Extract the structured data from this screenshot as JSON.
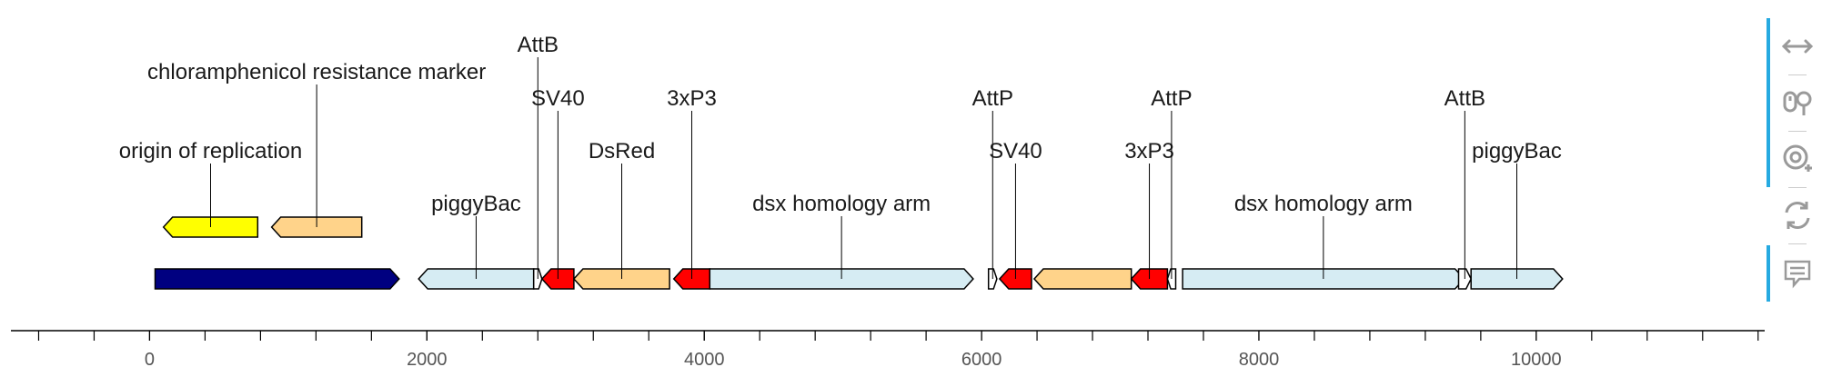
{
  "map": {
    "axis": {
      "min": -1000,
      "max": 11700,
      "major_ticks": [
        0,
        2000,
        4000,
        6000,
        8000,
        10000
      ],
      "minor_step": 400,
      "tick_labels": [
        "0",
        "2000",
        "4000",
        "6000",
        "8000",
        "10000"
      ]
    },
    "features": [
      {
        "id": "ori",
        "label": "origin of replication",
        "start": 100,
        "end": 780,
        "strand": -1,
        "row": 1,
        "color": "#ffff00",
        "label_level": 3
      },
      {
        "id": "cmr",
        "label": "chloramphenicol resistance marker",
        "start": 880,
        "end": 1530,
        "strand": -1,
        "row": 1,
        "color": "#ffd38a",
        "label_level": 5
      },
      {
        "id": "backbone",
        "label": "",
        "start": 40,
        "end": 1800,
        "strand": 1,
        "row": 0,
        "color": "#000080",
        "label_level": 0
      },
      {
        "id": "pb1",
        "label": "piggyBac",
        "start": 1940,
        "end": 2770,
        "strand": -1,
        "row": 0,
        "color": "#d6ecf3",
        "label_level": 1
      },
      {
        "id": "attb1",
        "label": "AttB",
        "start": 2770,
        "end": 2830,
        "strand": 1,
        "row": 0,
        "color": "#ffffff",
        "label_level": 6
      },
      {
        "id": "sv40a",
        "label": "SV40",
        "start": 2830,
        "end": 3060,
        "strand": -1,
        "row": 0,
        "color": "#ff0000",
        "label_level": 4
      },
      {
        "id": "dsred",
        "label": "DsRed",
        "start": 3060,
        "end": 3750,
        "strand": -1,
        "row": 0,
        "color": "#ffd38a",
        "label_level": 2
      },
      {
        "id": "p3a",
        "label": "3xP3",
        "start": 3780,
        "end": 4040,
        "strand": -1,
        "row": 0,
        "color": "#ff0000",
        "label_level": 4
      },
      {
        "id": "dsx1",
        "label": "dsx homology arm",
        "start": 4040,
        "end": 5940,
        "strand": 1,
        "row": 0,
        "color": "#d6ecf3",
        "label_level": 1
      },
      {
        "id": "attp1",
        "label": "AttP",
        "start": 6050,
        "end": 6110,
        "strand": 1,
        "row": 0,
        "color": "#ffffff",
        "label_level": 4
      },
      {
        "id": "sv40b",
        "label": "SV40",
        "start": 6130,
        "end": 6360,
        "strand": -1,
        "row": 0,
        "color": "#ff0000",
        "label_level": 2
      },
      {
        "id": "cds2",
        "label": "",
        "start": 6380,
        "end": 7080,
        "strand": -1,
        "row": 0,
        "color": "#ffd38a",
        "label_level": 0
      },
      {
        "id": "p3b",
        "label": "3xP3",
        "start": 7080,
        "end": 7340,
        "strand": -1,
        "row": 0,
        "color": "#ff0000",
        "label_level": 2
      },
      {
        "id": "attp2",
        "label": "AttP",
        "start": 7340,
        "end": 7400,
        "strand": -1,
        "row": 0,
        "color": "#ffffff",
        "label_level": 4
      },
      {
        "id": "dsx2",
        "label": "dsx homology arm",
        "start": 7450,
        "end": 9480,
        "strand": 1,
        "row": 0,
        "color": "#d6ecf3",
        "label_level": 1
      },
      {
        "id": "attb2",
        "label": "AttB",
        "start": 9440,
        "end": 9530,
        "strand": 1,
        "row": 0,
        "color": "#ffffff",
        "label_level": 4
      },
      {
        "id": "pb2",
        "label": "piggyBac",
        "start": 9530,
        "end": 10190,
        "strand": 1,
        "row": 0,
        "color": "#d6ecf3",
        "label_level": 2
      }
    ]
  },
  "toolbar": {
    "items": [
      {
        "icon": "pan-icon"
      },
      {
        "icon": "wheel-zoom-icon"
      },
      {
        "icon": "zoom-in-icon"
      },
      {
        "icon": "reset-icon"
      },
      {
        "icon": "hover-tooltip-icon"
      }
    ],
    "accent": "#26aae1"
  }
}
